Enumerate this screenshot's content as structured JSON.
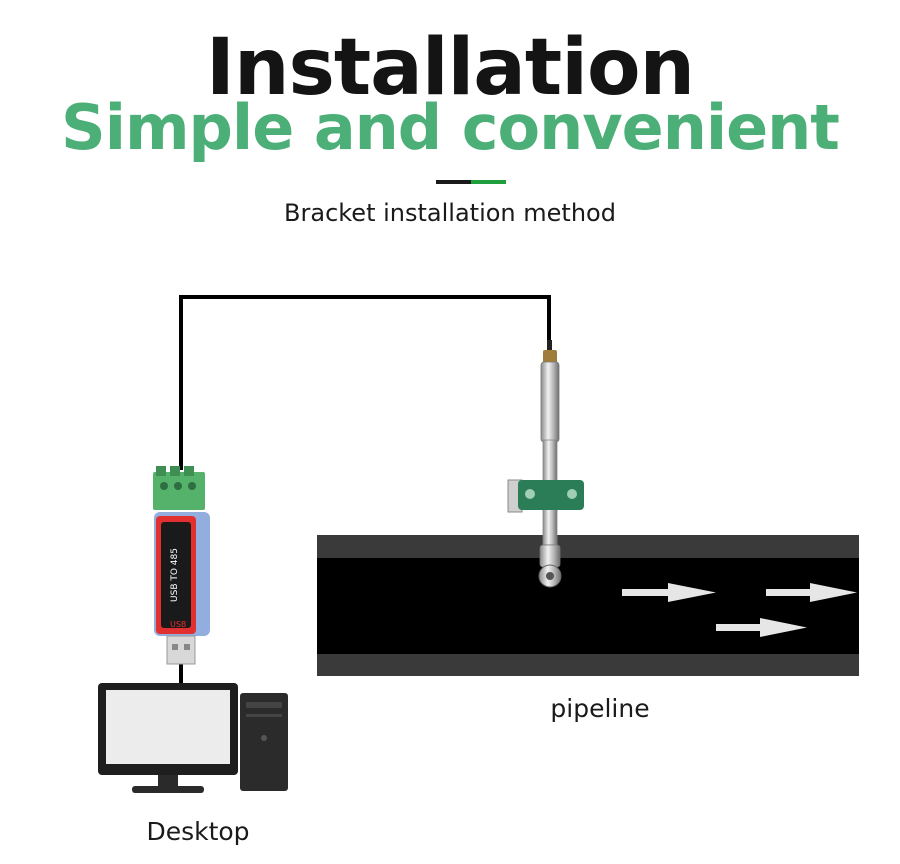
{
  "header": {
    "title": "Installation",
    "subtitle": "Simple and convenient",
    "method": "Bracket installation method"
  },
  "labels": {
    "pipeline": "pipeline",
    "desktop": "Desktop"
  },
  "device": {
    "line1": "USB TO 485",
    "brand": "USB"
  },
  "colors": {
    "accent_green": "#4caf78",
    "title_dark": "#141414",
    "divider_dark": "#1a1a1a",
    "divider_green": "#1e9e3c",
    "terminal_green": "#55b26a",
    "bracket_green": "#2a7d57",
    "adapter_red": "#e23030",
    "pipe_wall": "#3a3a3a",
    "pipe_inner": "#000000",
    "flow_arrow": "#e6e6e6"
  },
  "icons": [
    "usb-rs485-adapter-icon",
    "desktop-computer-icon",
    "probe-sensor-icon",
    "flow-arrow-icon"
  ]
}
